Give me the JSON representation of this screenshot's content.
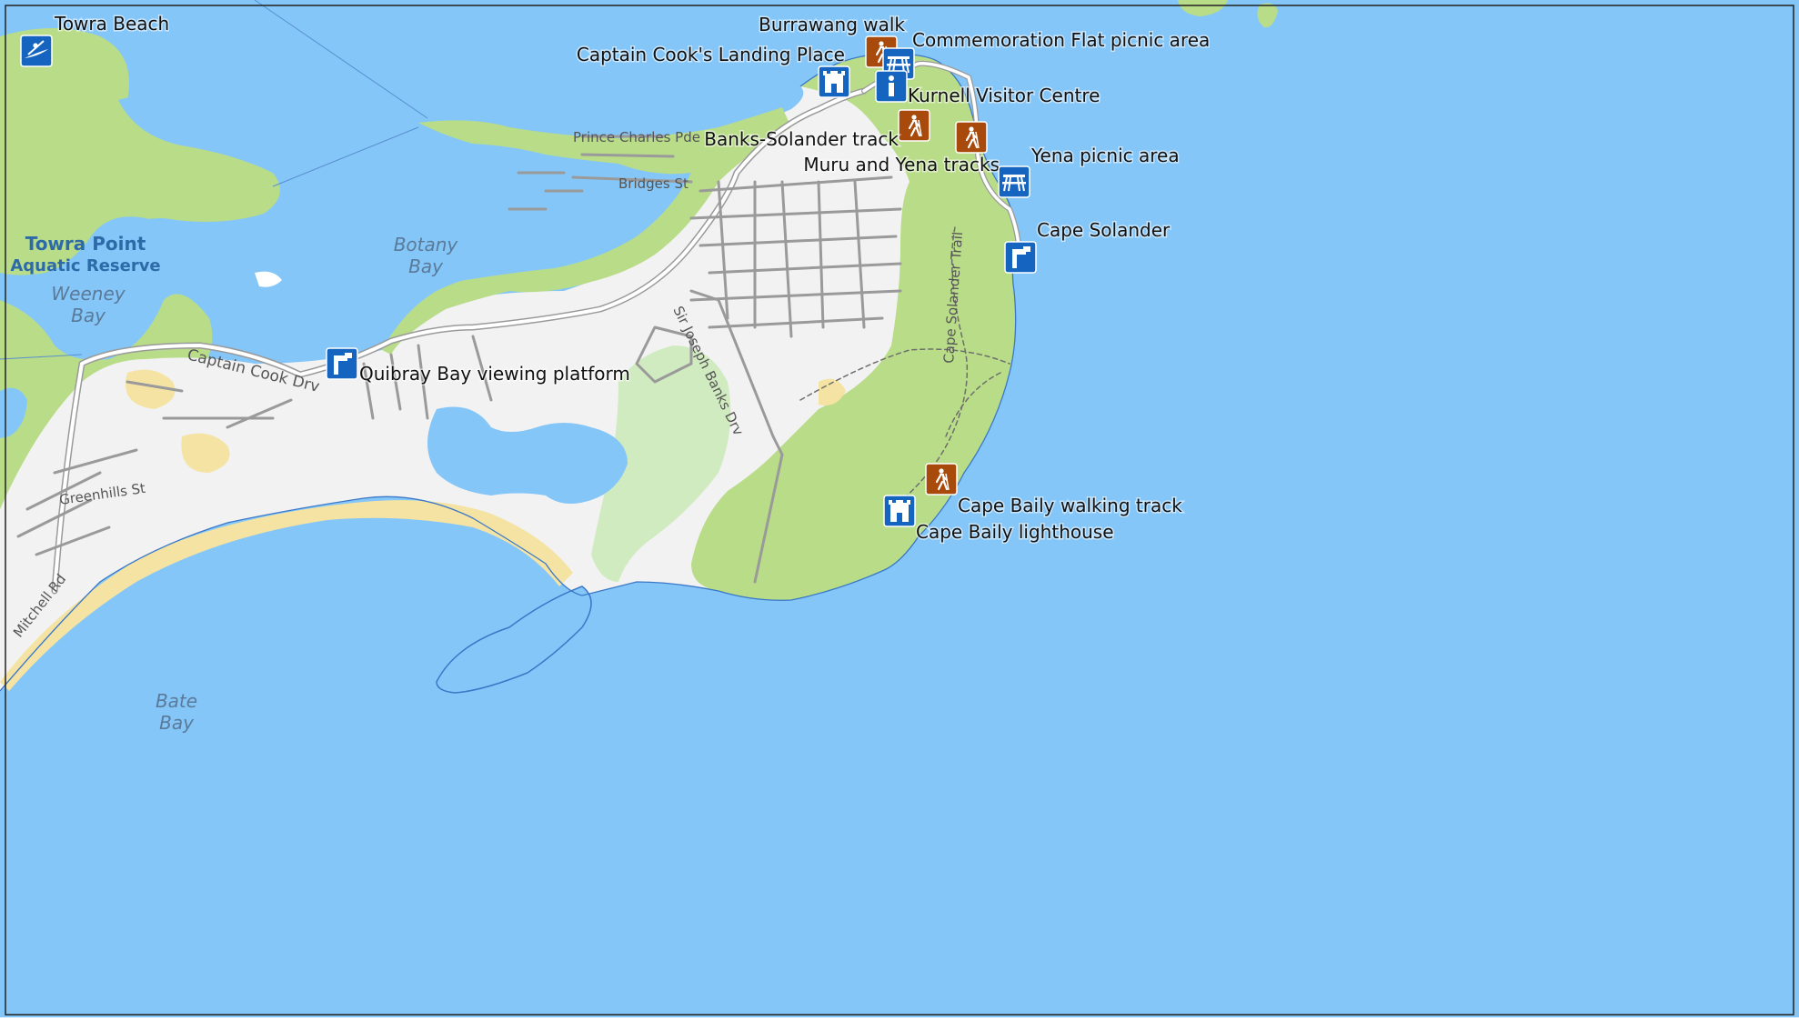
{
  "water_labels": [
    {
      "key": "botany",
      "line1": "Botany",
      "line2": "Bay"
    },
    {
      "key": "weeney",
      "line1": "Weeney",
      "line2": "Bay"
    },
    {
      "key": "bate",
      "line1": "Bate",
      "line2": "Bay"
    }
  ],
  "reserve": {
    "line1": "Towra Point",
    "line2": "Aquatic Reserve"
  },
  "streets": {
    "prince_charles": "Prince Charles Pde",
    "bridges": "Bridges St",
    "captain_cook": "Captain Cook Drv",
    "sir_joseph_banks": "Sir Joseph Banks Drv",
    "cape_solander_trail": "Cape Solander Trail",
    "greenhills": "Greenhills St",
    "mitchell": "Mitchell Rd"
  },
  "pois": [
    {
      "key": "towra-beach",
      "label": "Towra Beach",
      "icon": "kayak-icon",
      "color": "#1565c0"
    },
    {
      "key": "burrawang-walk",
      "label": "Burrawang walk",
      "icon": "hiker-icon",
      "color": "#a84a0c"
    },
    {
      "key": "commemoration-flat",
      "label": "Commemoration Flat picnic area",
      "icon": "picnic-table-icon",
      "color": "#1565c0"
    },
    {
      "key": "captain-cooks-landing",
      "label": "Captain Cook's Landing Place",
      "icon": "historic-tower-icon",
      "color": "#1565c0"
    },
    {
      "key": "kurnell-visitor-centre",
      "label": "Kurnell Visitor Centre",
      "icon": "info-icon",
      "color": "#1565c0"
    },
    {
      "key": "banks-solander-track",
      "label": "Banks-Solander track",
      "icon": "hiker-icon",
      "color": "#a84a0c"
    },
    {
      "key": "muru-yena-tracks",
      "label": "Muru and Yena tracks",
      "icon": "hiker-icon",
      "color": "#a84a0c"
    },
    {
      "key": "yena-picnic-area",
      "label": "Yena picnic area",
      "icon": "picnic-table-icon",
      "color": "#1565c0"
    },
    {
      "key": "cape-solander",
      "label": "Cape Solander",
      "icon": "viewpoint-icon",
      "color": "#1565c0"
    },
    {
      "key": "quibray-bay",
      "label": "Quibray Bay viewing platform",
      "icon": "viewpoint-icon",
      "color": "#1565c0"
    },
    {
      "key": "cape-baily-walking-track",
      "label": "Cape Baily walking track",
      "icon": "hiker-icon",
      "color": "#a84a0c"
    },
    {
      "key": "cape-baily-lighthouse",
      "label": "Cape Baily lighthouse",
      "icon": "historic-tower-icon",
      "color": "#1565c0"
    }
  ],
  "colors": {
    "water": "#85c6f8",
    "park": "#b9dc88",
    "land": "#f2f2f2",
    "sand": "#f4e3a2",
    "poi_blue": "#1565c0",
    "poi_brown": "#a84a0c"
  }
}
